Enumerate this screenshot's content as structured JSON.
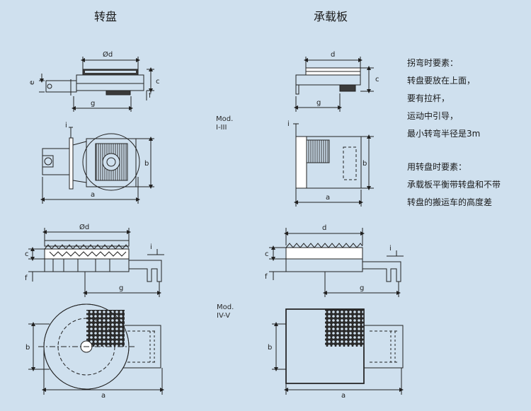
{
  "titles": {
    "turntable": "转盘",
    "carrier_plate": "承载板"
  },
  "model_labels": {
    "upper": [
      "Mod.",
      "I-III"
    ],
    "lower": [
      "Mod.",
      "IV-V"
    ]
  },
  "dimension_labels": {
    "d": "d",
    "diameter_d": "Ød",
    "a": "a",
    "b": "b",
    "c": "c",
    "e": "e",
    "f": "f",
    "g": "g",
    "i": "i"
  },
  "notes": {
    "turning_heading": "拐弯时要素：",
    "turning_items": [
      "转盘要放在上面，",
      "要有拉杆，",
      "运动中引导，",
      "最小转弯半径是3m"
    ],
    "turntable_heading": "用转盘时要素：",
    "turntable_items": [
      "承载板平衡带转盘和不带",
      "转盘的搬运车的高度差"
    ]
  },
  "colors": {
    "background": "#cfe0ee",
    "line": "#222222",
    "fill_dark": "#3a3a3a"
  }
}
